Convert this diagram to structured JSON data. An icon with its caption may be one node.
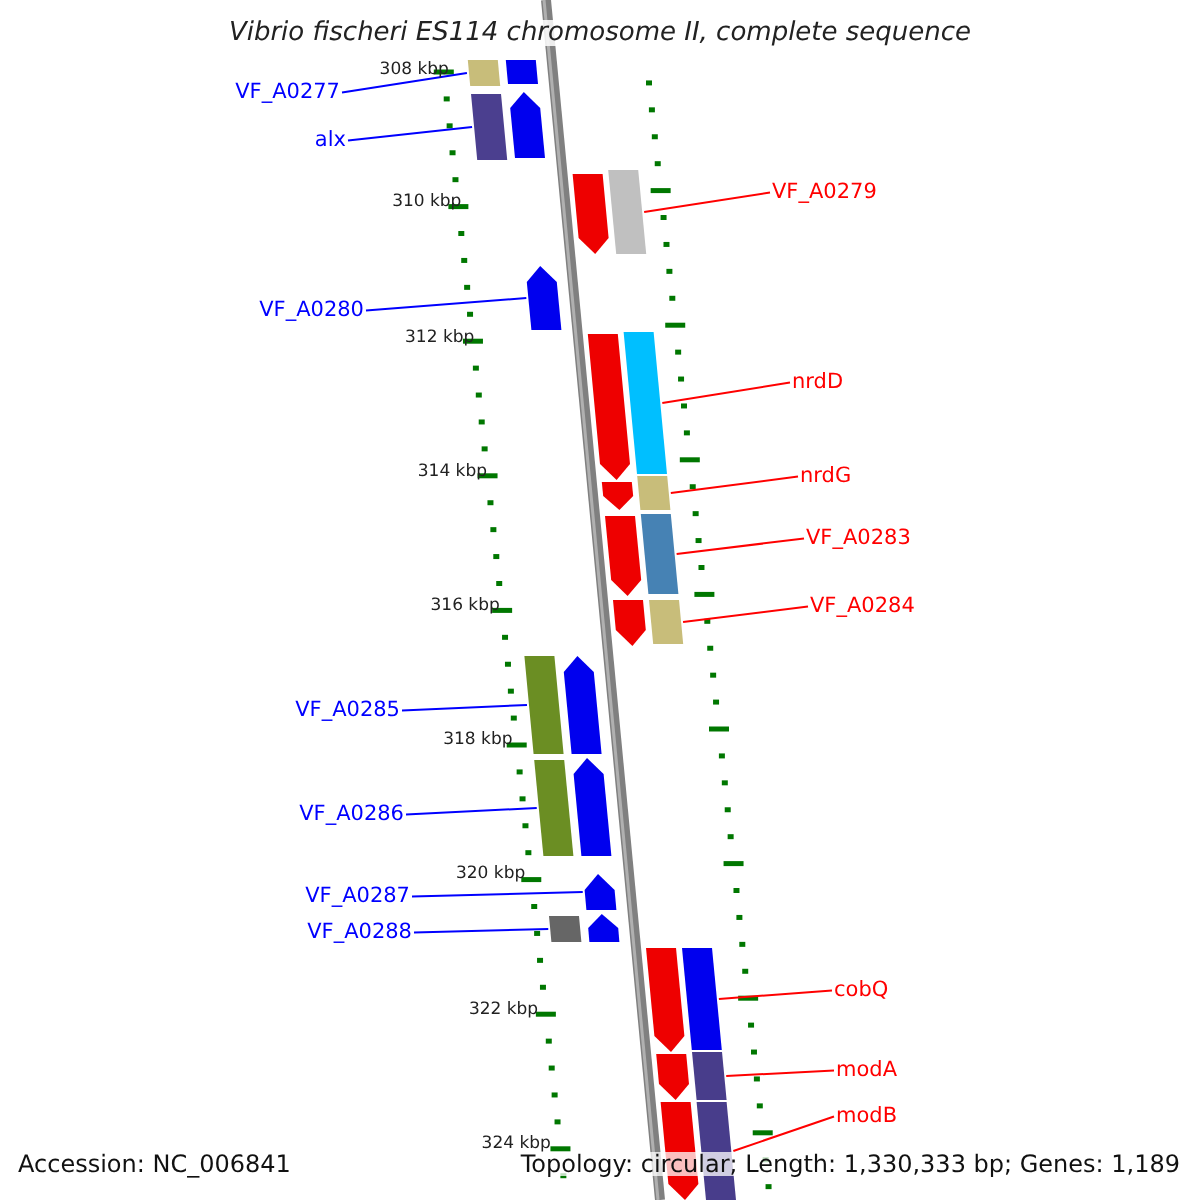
{
  "diagram": {
    "title": "Vibrio fischeri ES114 chromosome II, complete sequence",
    "nodes": [
      {
        "text": [
          "VF_A0277"
        ]
      },
      {
        "text": [],
        "shape": "bar"
      },
      {
        "text": [
          "alx"
        ]
      },
      {
        "text": [],
        "shape": "bar"
      },
      {
        "text": [
          "VF_A0279"
        ]
      },
      {
        "text": [],
        "shape": "bar"
      },
      {
        "text": [
          "VF_A0280"
        ]
      },
      {
        "text": [],
        "shape": "bar"
      },
      {
        "text": [
          "nrdD"
        ]
      },
      {
        "text": [],
        "shape": "bar"
      },
      {
        "text": [
          "nrdG"
        ]
      },
      {
        "text": [],
        "shape": "bar"
      },
      {
        "text": [
          "VF_A0283"
        ]
      },
      {
        "text": [],
        "shape": "bar"
      },
      {
        "text": [
          "VF_A0284"
        ]
      },
      {
        "text": [],
        "shape": "bar"
      },
      {
        "text": [
          "VF_A0285"
        ]
      },
      {
        "text": [],
        "shape": "bar"
      },
      {
        "text": [
          "VF_A0286"
        ]
      },
      {
        "text": [],
        "shape": "bar"
      },
      {
        "text": [
          "VF_A0287"
        ]
      },
      {
        "text": [],
        "shape": "bar"
      },
      {
        "text": [
          "VF_A0288"
        ]
      },
      {
        "text": [],
        "shape": "bar"
      },
      {
        "text": [
          "cobQ"
        ]
      },
      {
        "text": [],
        "shape": "bar"
      },
      {
        "text": [
          "modA"
        ]
      },
      {
        "text": [],
        "shape": "bar"
      },
      {
        "text": [
          "modB"
        ]
      },
      {
        "text": [],
        "shape": "bar"
      },
      {
        "text": [],
        "shape": "bar"
      },
      {
        "text": [],
        "shape": "bar"
      },
      {
        "text": [],
        "shape": "bar"
      },
      {
        "text": [],
        "shape": "bar"
      },
      {
        "text": [],
        "shape": "bar"
      },
      {
        "text": [],
        "shape": "bar"
      },
      {
        "text": [],
        "shape": "bar"
      },
      {
        "text": [],
        "shape": "bar"
      },
      {
        "text": [],
        "shape": "bar"
      },
      {
        "text": [],
        "shape": "bar"
      },
      {
        "text": [],
        "shape": "bar"
      },
      {
        "text": [],
        "shape": "bar"
      },
      {
        "text": [],
        "shape": "bar"
      }
    ],
    "edges": [
      {
        "from": 0,
        "to": 1,
        "arrow": "none",
        "color": "#0000ff"
      },
      {
        "from": 2,
        "to": 3,
        "arrow": "none",
        "color": "#0000ff"
      },
      {
        "from": 4,
        "to": 5,
        "arrow": "none",
        "color": "#ff0000"
      },
      {
        "from": 6,
        "to": 7,
        "arrow": "none",
        "color": "#0000ff"
      },
      {
        "from": 8,
        "to": 9,
        "arrow": "none",
        "color": "#ff0000"
      },
      {
        "from": 10,
        "to": 11,
        "arrow": "none",
        "color": "#ff0000"
      },
      {
        "from": 12,
        "to": 13,
        "arrow": "none",
        "color": "#ff0000"
      },
      {
        "from": 14,
        "to": 15,
        "arrow": "none",
        "color": "#ff0000"
      },
      {
        "from": 16,
        "to": 17,
        "arrow": "none",
        "color": "#0000ff"
      },
      {
        "from": 18,
        "to": 19,
        "arrow": "none",
        "color": "#0000ff"
      },
      {
        "from": 20,
        "to": 21,
        "arrow": "none",
        "color": "#0000ff"
      },
      {
        "from": 22,
        "to": 23,
        "arrow": "none",
        "color": "#0000ff"
      },
      {
        "from": 24,
        "to": 25,
        "arrow": "none",
        "color": "#ff0000"
      },
      {
        "from": 26,
        "to": 27,
        "arrow": "none",
        "color": "#ff0000"
      },
      {
        "from": 28,
        "to": 29,
        "arrow": "none",
        "color": "#ff0000"
      }
    ],
    "labels": [
      "308 kbp",
      "310 kbp",
      "312 kbp",
      "314 kbp",
      "316 kbp",
      "318 kbp",
      "320 kbp",
      "322 kbp",
      "324 kbp",
      "Accession: NC_006841",
      "Topology: circular; Length: 1,330,333 bp; Genes: 1,189"
    ]
  }
}
